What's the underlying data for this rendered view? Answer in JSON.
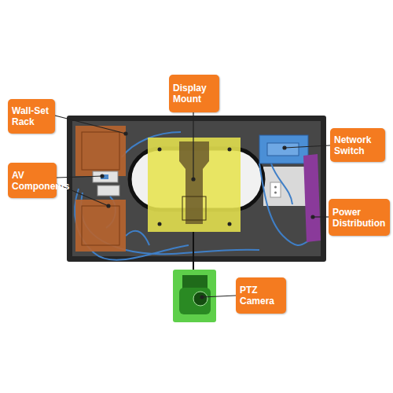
{
  "diagram": {
    "nodes": [
      {
        "text": [
          "Display Mount"
        ]
      },
      {
        "text": [
          "Wall-Set Rack"
        ]
      },
      {
        "text": [
          "Network Switch"
        ]
      },
      {
        "text": [
          "AV Components"
        ]
      },
      {
        "text": [
          "Power Distribution"
        ]
      },
      {
        "text": [
          "PTZ Camera"
        ]
      }
    ]
  }
}
